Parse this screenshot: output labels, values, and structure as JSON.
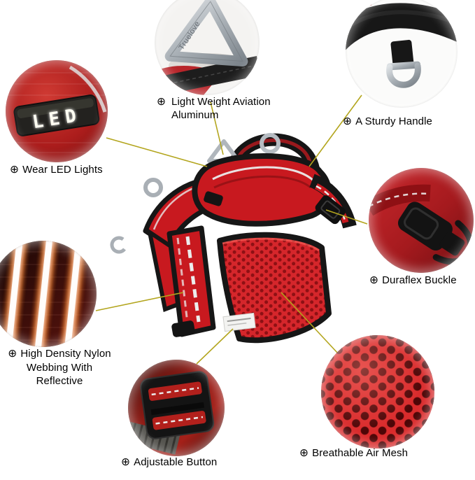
{
  "brand_engraving": "Truelove",
  "led_display_text": "LED",
  "icons": {
    "circle_plus": "⊕"
  },
  "callouts": {
    "aluminum": {
      "label": "Light Weight Aviation Aluminum"
    },
    "handle": {
      "label": "A Sturdy Handle"
    },
    "led": {
      "label": "Wear LED Lights"
    },
    "buckle": {
      "label": "Duraflex Buckle"
    },
    "webbing": {
      "label": "High Density Nylon Webbing With Reflective"
    },
    "button": {
      "label": "Adjustable Button"
    },
    "mesh": {
      "label": "Breathable Air Mesh"
    }
  },
  "colors": {
    "harness_red": "#c8191f",
    "mesh_red": "#d5262b",
    "strap_black": "#161616",
    "metal_gray": "#aeb4ba",
    "connector_yellow": "#b3a51d",
    "label_text": "#000000",
    "background": "#ffffff"
  }
}
